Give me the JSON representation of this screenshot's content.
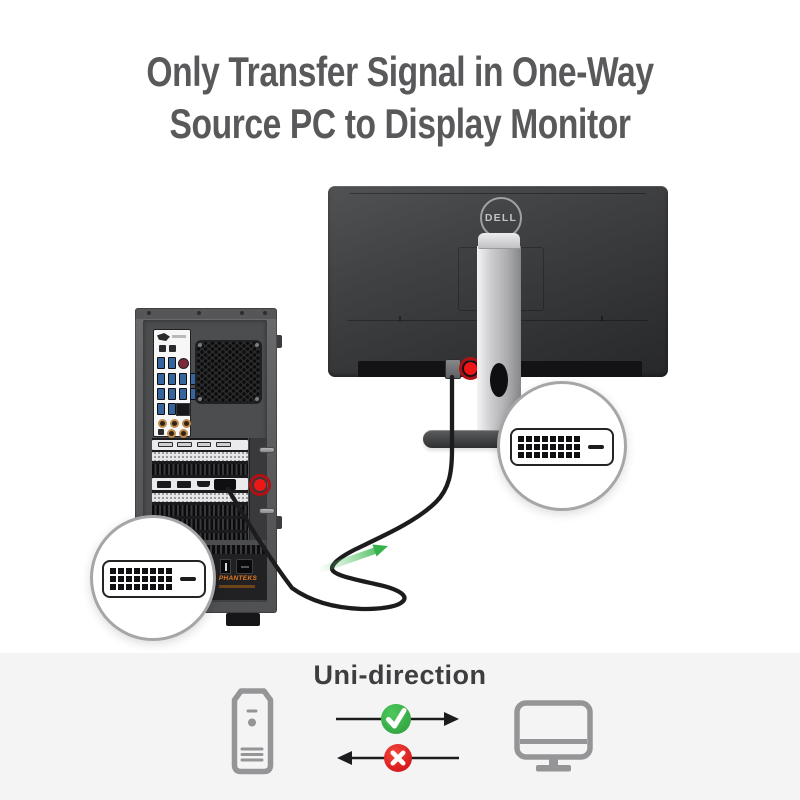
{
  "title": {
    "line1": "Only Transfer Signal in One-Way",
    "line2": "Source PC to Display Monitor"
  },
  "monitor": {
    "brand_logo": "DELL"
  },
  "tower": {
    "psu_brand": "PHANTEKS"
  },
  "dvi": {
    "rows": 3,
    "cols": 8
  },
  "footer": {
    "label": "Uni-direction"
  },
  "colors": {
    "accent_green": "#3cb14a",
    "accent_red": "#e31b23",
    "marker_red": "#ee1717",
    "cable_black": "#1c1c1e",
    "panel_bg": "#f4f4f5",
    "title_gray": "#59595b",
    "icon_gray": "#959597"
  }
}
